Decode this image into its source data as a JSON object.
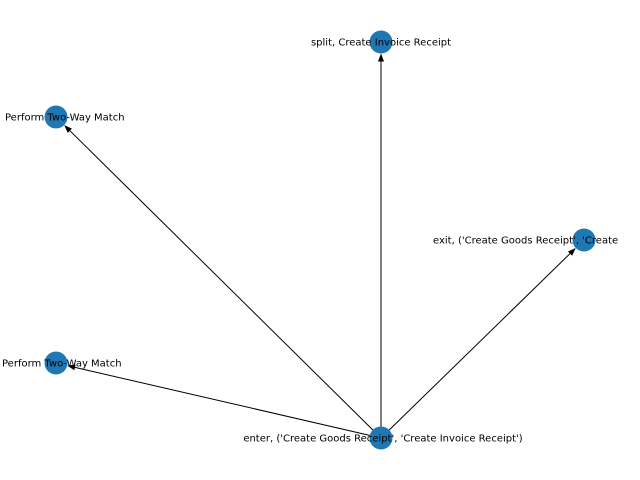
{
  "colors": {
    "node": "#1f77b4",
    "edge": "#000000",
    "label": "#000000",
    "background": "#ffffff"
  },
  "graph": {
    "nodes": [
      {
        "id": "n1",
        "label": "split, Create Invoice Receipt"
      },
      {
        "id": "n2",
        "label": "Perform Two-Way Match"
      },
      {
        "id": "n3",
        "label": "exit, ('Create Goods Receipt', 'Create"
      },
      {
        "id": "n4",
        "label": "Perform Two-Way Match"
      },
      {
        "id": "n5",
        "label": "enter, ('Create Goods Receipt', 'Create Invoice Receipt')"
      }
    ],
    "edges": [
      {
        "from": "n5",
        "to": "n1"
      },
      {
        "from": "n5",
        "to": "n2"
      },
      {
        "from": "n5",
        "to": "n3"
      },
      {
        "from": "n5",
        "to": "n4"
      }
    ]
  }
}
